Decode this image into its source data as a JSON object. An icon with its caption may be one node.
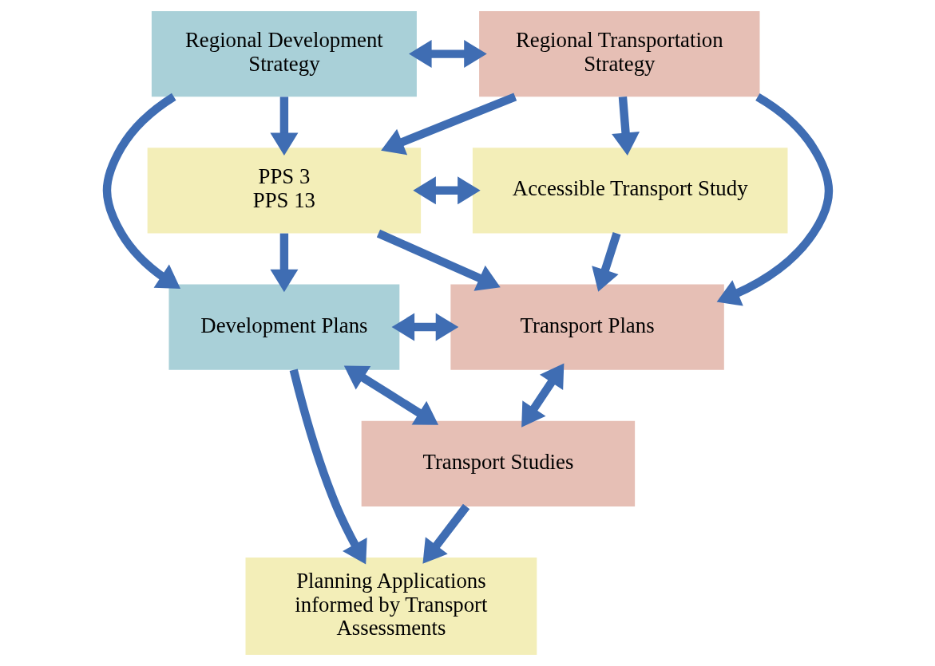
{
  "diagram": {
    "nodes": [
      {
        "text": [
          "Regional Development Strategy"
        ]
      },
      {
        "text": [
          "Regional Transportation Strategy"
        ]
      },
      {
        "text": [
          "PPS 3",
          "PPS 13"
        ]
      },
      {
        "text": [
          "Accessible Transport Study"
        ]
      },
      {
        "text": [
          "Development Plans"
        ]
      },
      {
        "text": [
          "Transport Plans"
        ]
      },
      {
        "text": [
          "Transport Studies"
        ]
      },
      {
        "text": [
          "Planning Applications informed by Transport Assessments"
        ]
      }
    ],
    "edges": [
      {
        "from": 0,
        "to": 1,
        "arrow": "both"
      },
      {
        "from": 0,
        "to": 2,
        "arrow": "to"
      },
      {
        "from": 1,
        "to": 2,
        "arrow": "to"
      },
      {
        "from": 0,
        "to": 4,
        "arrow": "to"
      },
      {
        "from": 1,
        "to": 3,
        "arrow": "to"
      },
      {
        "from": 1,
        "to": 5,
        "arrow": "to"
      },
      {
        "from": 2,
        "to": 3,
        "arrow": "both"
      },
      {
        "from": 2,
        "to": 4,
        "arrow": "to"
      },
      {
        "from": 2,
        "to": 5,
        "arrow": "to"
      },
      {
        "from": 3,
        "to": 5,
        "arrow": "to"
      },
      {
        "from": 4,
        "to": 5,
        "arrow": "both"
      },
      {
        "from": 5,
        "to": 6,
        "arrow": "both"
      },
      {
        "from": 4,
        "to": 6,
        "arrow": "both"
      },
      {
        "from": 4,
        "to": 7,
        "arrow": "to"
      },
      {
        "from": 6,
        "to": 7,
        "arrow": "to"
      }
    ]
  }
}
